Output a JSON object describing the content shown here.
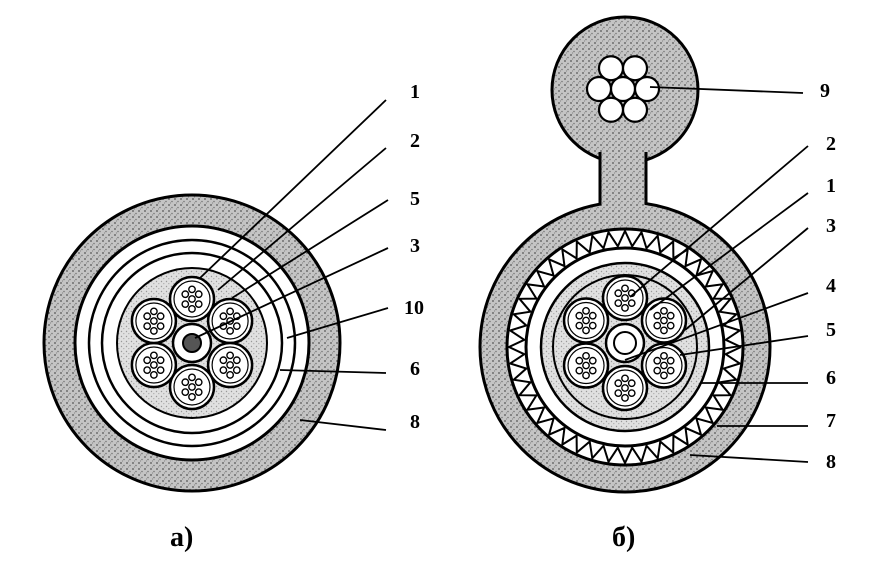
{
  "figure": {
    "caption_a": "а)",
    "caption_b": "б)"
  },
  "labels_a": [
    "1",
    "2",
    "5",
    "3",
    "10",
    "6",
    "8"
  ],
  "labels_b": [
    "9",
    "2",
    "1",
    "3",
    "4",
    "5",
    "6",
    "7",
    "8"
  ],
  "colors": {
    "ink": "#000000",
    "sheath_fill": "#bdbdbd",
    "paper": "#ffffff"
  }
}
